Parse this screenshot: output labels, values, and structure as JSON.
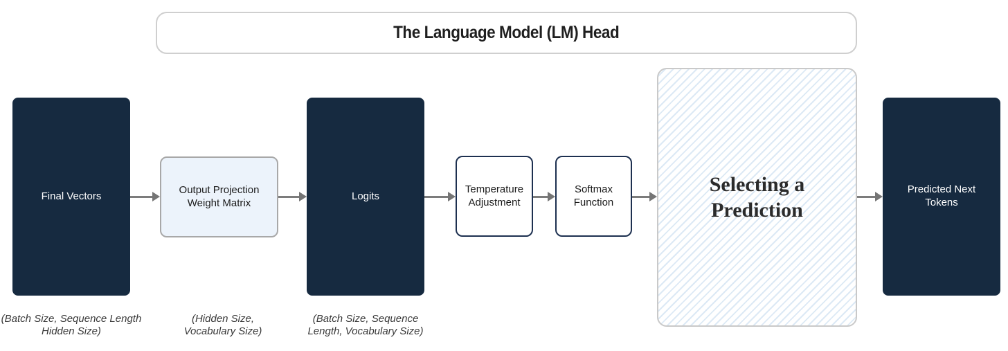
{
  "title": "The Language Model (LM) Head",
  "colors": {
    "dark_box_bg": "#162a40",
    "dark_box_text": "#ffffff",
    "light_box_bg": "#ecf3fb",
    "light_box_border": "#a8a8a8",
    "outline_box_border": "#1d3050",
    "hatch_stripe": "#dce9f5",
    "hatch_box_border": "#c9c9c9",
    "title_border": "#cfcfcf",
    "arrow": "#7c7c7c",
    "caption_text": "#383838"
  },
  "nodes": [
    {
      "id": "final-vectors",
      "label": "Final Vectors",
      "caption_lines": [
        "(Batch Size, Sequence Length",
        "Hidden Size)"
      ]
    },
    {
      "id": "output-projection-weight-matrix",
      "label": "Output Projection Weight Matrix",
      "caption_lines": [
        "(Hidden Size,",
        "Vocabulary Size)"
      ]
    },
    {
      "id": "logits",
      "label": "Logits",
      "caption_lines": [
        "(Batch Size, Sequence",
        "Length, Vocabulary Size)"
      ]
    },
    {
      "id": "temperature-adjustment",
      "label": "Temperature Adjustment"
    },
    {
      "id": "softmax-function",
      "label": "Softmax Function"
    },
    {
      "id": "selecting-a-prediction",
      "label": "Selecting a Prediction"
    },
    {
      "id": "predicted-next-tokens",
      "label": "Predicted Next Tokens"
    }
  ]
}
